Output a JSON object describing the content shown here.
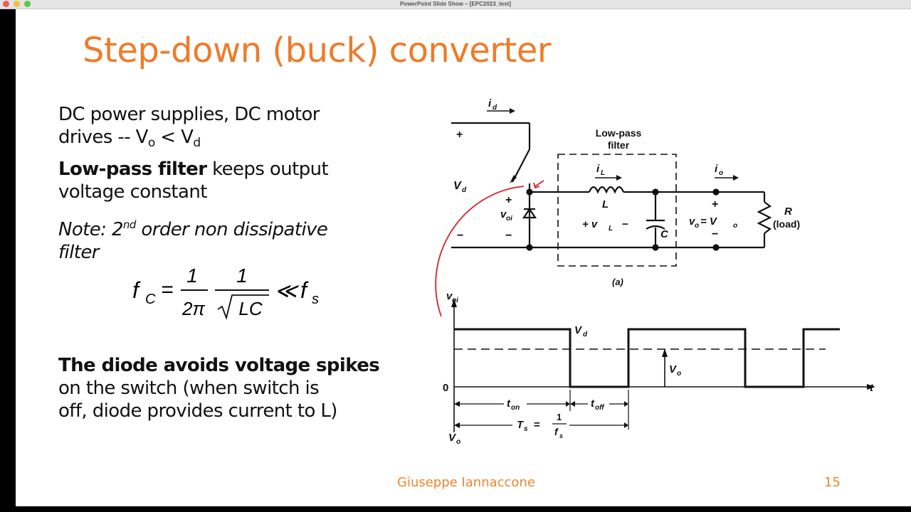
{
  "window": {
    "title": "PowerPoint Slide Show – [EPC2023_test]"
  },
  "slide": {
    "title": "Step-down (buck) converter",
    "bullets": {
      "b1_line1": "DC power supplies, DC motor",
      "b1_line2_pre": "drives  -- V",
      "b1_sub_o": "o",
      "b1_lt": " < V",
      "b1_sub_d": "d",
      "b2_bold": "Low-pass filter",
      "b2_rest": " keeps output",
      "b2_line2": "voltage constant",
      "b3_pre": "Note: 2",
      "b3_sup": "nd",
      "b3_post": " order non dissipative",
      "b3_line2": "filter",
      "b4_bold": "The diode avoids voltage spikes",
      "b4_line2": "on the switch  (when switch is",
      "b4_line3": "off, diode provides current to L)"
    },
    "formula": {
      "lhs": "f",
      "lhs_sub": "C",
      "eq": "=",
      "num1": "1",
      "den1": "2π",
      "num2": "1",
      "den2": "LC",
      "rel": "≪",
      "rhs": "f",
      "rhs_sub": "s"
    },
    "footer": {
      "author": "Giuseppe Iannaccone",
      "page": "15"
    }
  },
  "circuit": {
    "id": "i",
    "id_sub": "d",
    "plus": "+",
    "minus": "−",
    "vd": "V",
    "vd_sub": "d",
    "voi": "v",
    "voi_sub": "oi",
    "filter_label1": "Low-pass",
    "filter_label2": "filter",
    "il": "i",
    "il_sub": "L",
    "l": "L",
    "vl": "+ v",
    "vl_sub": "L",
    "vl_minus": "−",
    "c": "C",
    "io": "i",
    "io_sub": "o",
    "vo_eq": "v",
    "vo_eq_sub": "o",
    "vo_eq_mid": " = V",
    "vo_eq_sub2": "o",
    "r": "R",
    "load": "(load)",
    "caption": "(a)"
  },
  "waveform": {
    "y_label": "v",
    "y_label_sub": "oi",
    "vd": "V",
    "vd_sub": "d",
    "vo": "V",
    "vo_sub": "o",
    "zero": "0",
    "t": "t",
    "ton": "t",
    "ton_sub": "on",
    "toff": "t",
    "toff_sub": "off",
    "ts": "T",
    "ts_sub": "s",
    "ts_eq": "=",
    "frac_num": "1",
    "frac_den": "f",
    "frac_den_sub": "s",
    "bottom_vo": "V",
    "bottom_vo_sub": "o"
  },
  "colors": {
    "title": "#ef7b2a",
    "footer": "#e8872e",
    "annotation": "#d8232a"
  }
}
